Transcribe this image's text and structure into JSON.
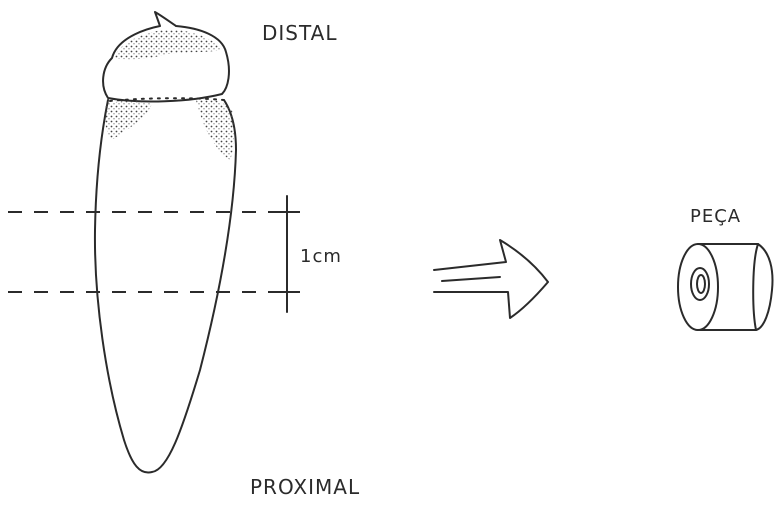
{
  "labels": {
    "distal": "DISTAL",
    "proximal": "PROXIMAL",
    "length": "1cm",
    "piece": "PEÇA"
  }
}
